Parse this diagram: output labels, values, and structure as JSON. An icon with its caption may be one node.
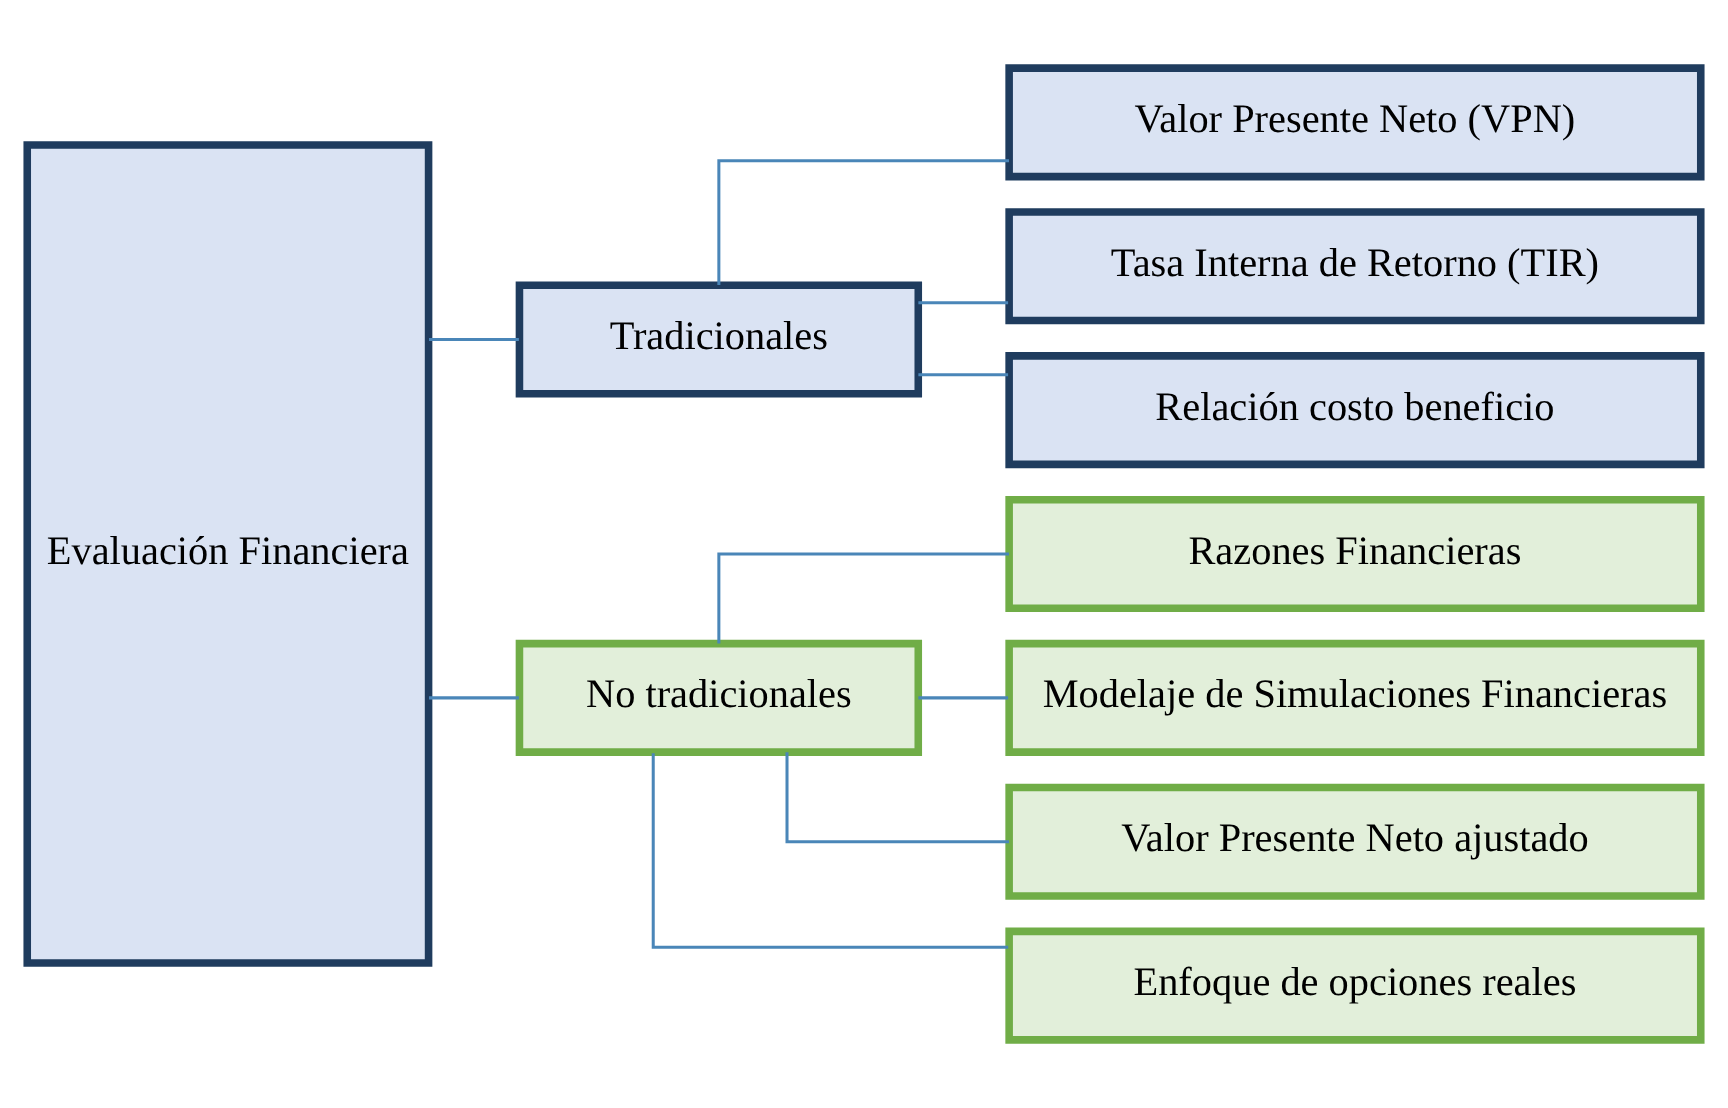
{
  "diagram": {
    "nodes": [
      {
        "text": [
          "Evaluación Financiera"
        ]
      },
      {
        "text": [
          "Tradicionales"
        ]
      },
      {
        "text": [
          "Valor Presente Neto (VPN)"
        ]
      },
      {
        "text": [
          "Tasa Interna de Retorno (TIR)"
        ]
      },
      {
        "text": [
          "Relación costo beneficio"
        ]
      },
      {
        "text": [
          "No tradicionales"
        ]
      },
      {
        "text": [
          "Razones Financieras"
        ]
      },
      {
        "text": [
          "Modelaje de Simulaciones Financieras"
        ]
      },
      {
        "text": [
          "Valor Presente Neto ajustado"
        ]
      },
      {
        "text": [
          "Enfoque de opciones reales"
        ]
      }
    ],
    "edges": [
      {
        "from": 0,
        "to": 1,
        "arrow": "none"
      },
      {
        "from": 0,
        "to": 5,
        "arrow": "none"
      },
      {
        "from": 1,
        "to": 2,
        "arrow": "none"
      },
      {
        "from": 1,
        "to": 3,
        "arrow": "none"
      },
      {
        "from": 1,
        "to": 4,
        "arrow": "none"
      },
      {
        "from": 5,
        "to": 6,
        "arrow": "none"
      },
      {
        "from": 5,
        "to": 7,
        "arrow": "none"
      },
      {
        "from": 5,
        "to": 8,
        "arrow": "none"
      },
      {
        "from": 5,
        "to": 9,
        "arrow": "none"
      }
    ]
  }
}
